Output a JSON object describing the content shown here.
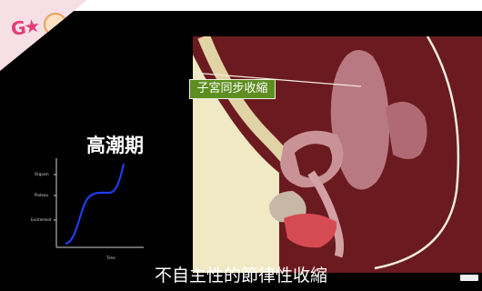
{
  "callout": {
    "label": "子宮同步收縮"
  },
  "phase_title": "高潮期",
  "graph": {
    "y_labels": [
      "Orgasm",
      "Plateau",
      "Excitement"
    ],
    "x_label": "Time"
  },
  "caption": "不自主性的節律性收縮",
  "colors": {
    "background": "#000000",
    "tissue_dark": "#6b1a1f",
    "tissue_light": "#f1e8c4",
    "uterus": "#b97982",
    "callout_green": "#5e8e1f",
    "curve_blue": "#1e3df0"
  }
}
